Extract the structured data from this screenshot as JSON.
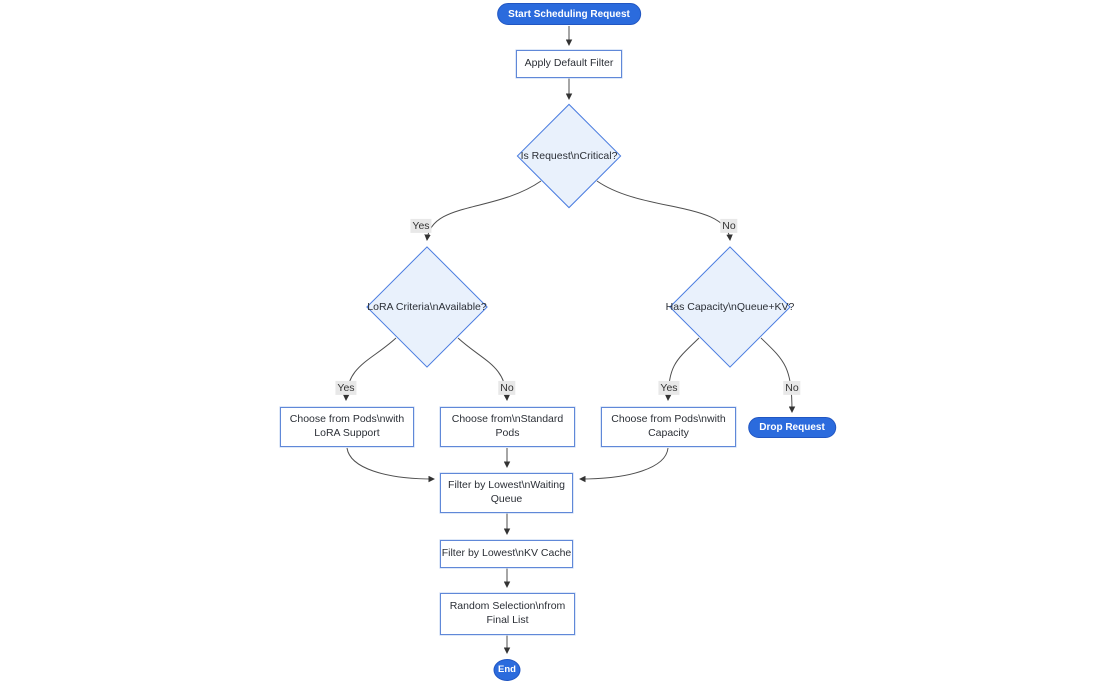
{
  "nodes": {
    "start": {
      "label": "Start Scheduling Request"
    },
    "apply_default_filter": {
      "label": "Apply Default Filter"
    },
    "is_request_critical": {
      "label": "Is Request\\nCritical?"
    },
    "lora_criteria_available": {
      "label": "LoRA Criteria\\nAvailable?"
    },
    "has_capacity_queue_kv": {
      "label": "Has Capacity\\nQueue+KV?"
    },
    "choose_pods_lora": {
      "line1": "Choose from Pods\\nwith",
      "line2": "LoRA Support"
    },
    "choose_standard_pods": {
      "line1": "Choose from\\nStandard",
      "line2": "Pods"
    },
    "choose_pods_capacity": {
      "line1": "Choose from Pods\\nwith",
      "line2": "Capacity"
    },
    "drop_request": {
      "label": "Drop Request"
    },
    "filter_waiting_queue": {
      "line1": "Filter by Lowest\\nWaiting",
      "line2": "Queue"
    },
    "filter_kv_cache": {
      "label": "Filter by Lowest\\nKV Cache"
    },
    "random_selection": {
      "line1": "Random Selection\\nfrom",
      "line2": "Final List"
    },
    "end": {
      "label": "End"
    }
  },
  "edge_labels": {
    "critical_yes": "Yes",
    "critical_no": "No",
    "lora_yes": "Yes",
    "lora_no": "No",
    "capacity_yes": "Yes",
    "capacity_no": "No"
  },
  "colors": {
    "terminal_fill": "#2b6bdd",
    "terminal_border": "#2156c2",
    "terminal_text": "#ffffff",
    "process_fill": "#ffffff",
    "process_border": "#6088d8",
    "decision_fill": "#e9f1fc",
    "decision_border": "#4a7ce0",
    "edge_line": "#4e4e4e",
    "arrowhead": "#333333",
    "edge_label_bg": "#e8e8e8",
    "text": "#2b2f36",
    "background": "#ffffff"
  }
}
